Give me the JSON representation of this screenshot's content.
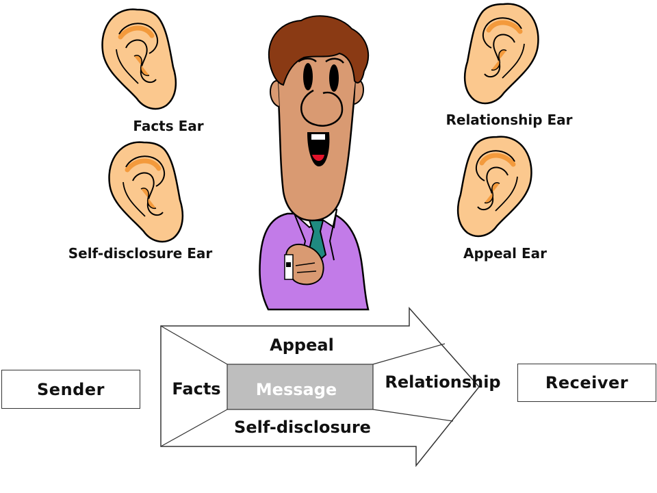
{
  "ears": {
    "facts": "Facts Ear",
    "self_disclosure": "Self-disclosure Ear",
    "relationship": "Relationship Ear",
    "appeal": "Appeal Ear"
  },
  "arrow": {
    "appeal": "Appeal",
    "facts": "Facts",
    "message": "Message",
    "relationship": "Relationship",
    "self_disclosure": "Self-disclosure"
  },
  "sender": "Sender",
  "receiver": "Receiver",
  "colors": {
    "ear_fill": "#FBC88E",
    "ear_inner": "#F39A3C",
    "hair": "#8A3A14",
    "skin": "#D99A72",
    "suit": "#C27BE8",
    "tie": "#1F8A80",
    "message_box": "#BEBEBE"
  }
}
